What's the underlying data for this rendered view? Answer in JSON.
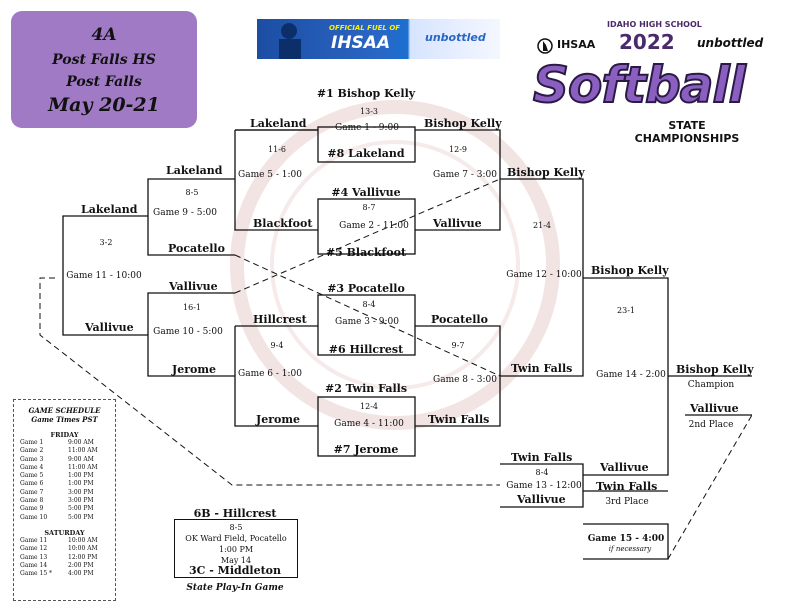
{
  "header": {
    "classification": "4A",
    "host": "Post Falls HS",
    "city": "Post Falls",
    "dates": "May 20-21"
  },
  "sponsor_banner": {
    "tagline": "OFFICIAL FUEL OF",
    "org": "IHSAA",
    "brand": "unbottled"
  },
  "logo": {
    "top_text": "IDAHO HIGH SCHOOL",
    "org": "IHSAA",
    "year": "2022",
    "brand": "unbottled",
    "sport": "Softball",
    "subtitle_1": "STATE",
    "subtitle_2": "CHAMPIONSHIPS"
  },
  "bracket": {
    "seeds": {
      "s1": "#1 Bishop Kelly",
      "s8": "#8 Lakeland",
      "s4": "#4 Vallivue",
      "s5": "#5 Blackfoot",
      "s3": "#3 Pocatello",
      "s6": "#6 Hillcrest",
      "s2": "#2 Twin Falls",
      "s7": "#7 Jerome"
    },
    "games": {
      "g1": {
        "label": "Game 1 - 9:00",
        "score": "13-3"
      },
      "g2": {
        "label": "Game 2 - 11:00",
        "score": "8-7"
      },
      "g3": {
        "label": "Game 3 - 9:00",
        "score": "8-4"
      },
      "g4": {
        "label": "Game 4 - 11:00",
        "score": "12-4"
      },
      "g5": {
        "label": "Game 5 - 1:00",
        "score": "11-6"
      },
      "g6": {
        "label": "Game 6 - 1:00",
        "score": "9-4"
      },
      "g7": {
        "label": "Game 7 - 3:00",
        "score": "12-9"
      },
      "g8": {
        "label": "Game 8 - 3:00",
        "score": "9-7"
      },
      "g9": {
        "label": "Game 9 - 5:00",
        "score": "8-5"
      },
      "g10": {
        "label": "Game 10 - 5:00",
        "score": "16-1"
      },
      "g11": {
        "label": "Game 11 - 10:00",
        "score": "3-2"
      },
      "g12": {
        "label": "Game 12 - 10:00",
        "score": "21-4"
      },
      "g13": {
        "label": "Game 13 - 12:00",
        "score": "8-4"
      },
      "g14": {
        "label": "Game 14 - 2:00",
        "score": "23-1"
      },
      "g15": {
        "label": "Game 15 - 4:00",
        "note": "if necessary"
      }
    },
    "teams": {
      "r2_lakeland_top": "Lakeland",
      "r2_bishop_kelly": "Bishop Kelly",
      "r2_blackfoot": "Blackfoot",
      "r2_vallivue": "Vallivue",
      "r2_hillcrest": "Hillcrest",
      "r2_pocatello": "Pocatello",
      "r2_jerome": "Jerome",
      "r2_twin_falls": "Twin Falls",
      "cons_lakeland": "Lakeland",
      "cons_pocatello": "Pocatello",
      "cons_vallivue": "Vallivue",
      "cons_jerome": "Jerome",
      "cons_lakeland_w": "Lakeland",
      "cons_vallivue_w": "Vallivue",
      "w_bishop_kelly": "Bishop Kelly",
      "w_twin_falls": "Twin Falls",
      "w_final_bishop_kelly": "Bishop Kelly",
      "g13_twin_falls": "Twin Falls",
      "g13_vallivue": "Vallivue",
      "g14_vallivue": "Vallivue",
      "third_team": "Twin Falls",
      "third_place": "3rd Place",
      "champ_team": "Bishop Kelly",
      "champion": "Champion",
      "second_team": "Vallivue",
      "second_place": "2nd Place"
    }
  },
  "schedule": {
    "heading": "GAME SCHEDULE",
    "subheading": "Game Times PST",
    "friday_label": "FRIDAY",
    "friday": [
      {
        "game": "Game 1",
        "time": "9:00 AM"
      },
      {
        "game": "Game 2",
        "time": "11:00 AM"
      },
      {
        "game": "Game 3",
        "time": "9:00 AM"
      },
      {
        "game": "Game 4",
        "time": "11:00 AM"
      },
      {
        "game": "Game 5",
        "time": "1:00 PM"
      },
      {
        "game": "Game 6",
        "time": "1:00 PM"
      },
      {
        "game": "Game 7",
        "time": "3:00 PM"
      },
      {
        "game": "Game 8",
        "time": "3:00 PM"
      },
      {
        "game": "Game 9",
        "time": "5:00 PM"
      },
      {
        "game": "Game 10",
        "time": "5:00 PM"
      }
    ],
    "saturday_label": "SATURDAY",
    "saturday": [
      {
        "game": "Game 11",
        "time": "10:00 AM"
      },
      {
        "game": "Game 12",
        "time": "10:00 AM"
      },
      {
        "game": "Game 13",
        "time": "12:00 PM"
      },
      {
        "game": "Game 14",
        "time": "2:00 PM"
      },
      {
        "game": "Game 15 *",
        "time": "4:00 PM"
      }
    ]
  },
  "play_in": {
    "team_top": "6B - Hillcrest",
    "score": "8-5",
    "location": "OK Ward Field, Pocatello",
    "time": "1:00 PM",
    "date": "May 14",
    "team_bottom": "3C - Middleton",
    "caption": "State Play-In Game"
  }
}
